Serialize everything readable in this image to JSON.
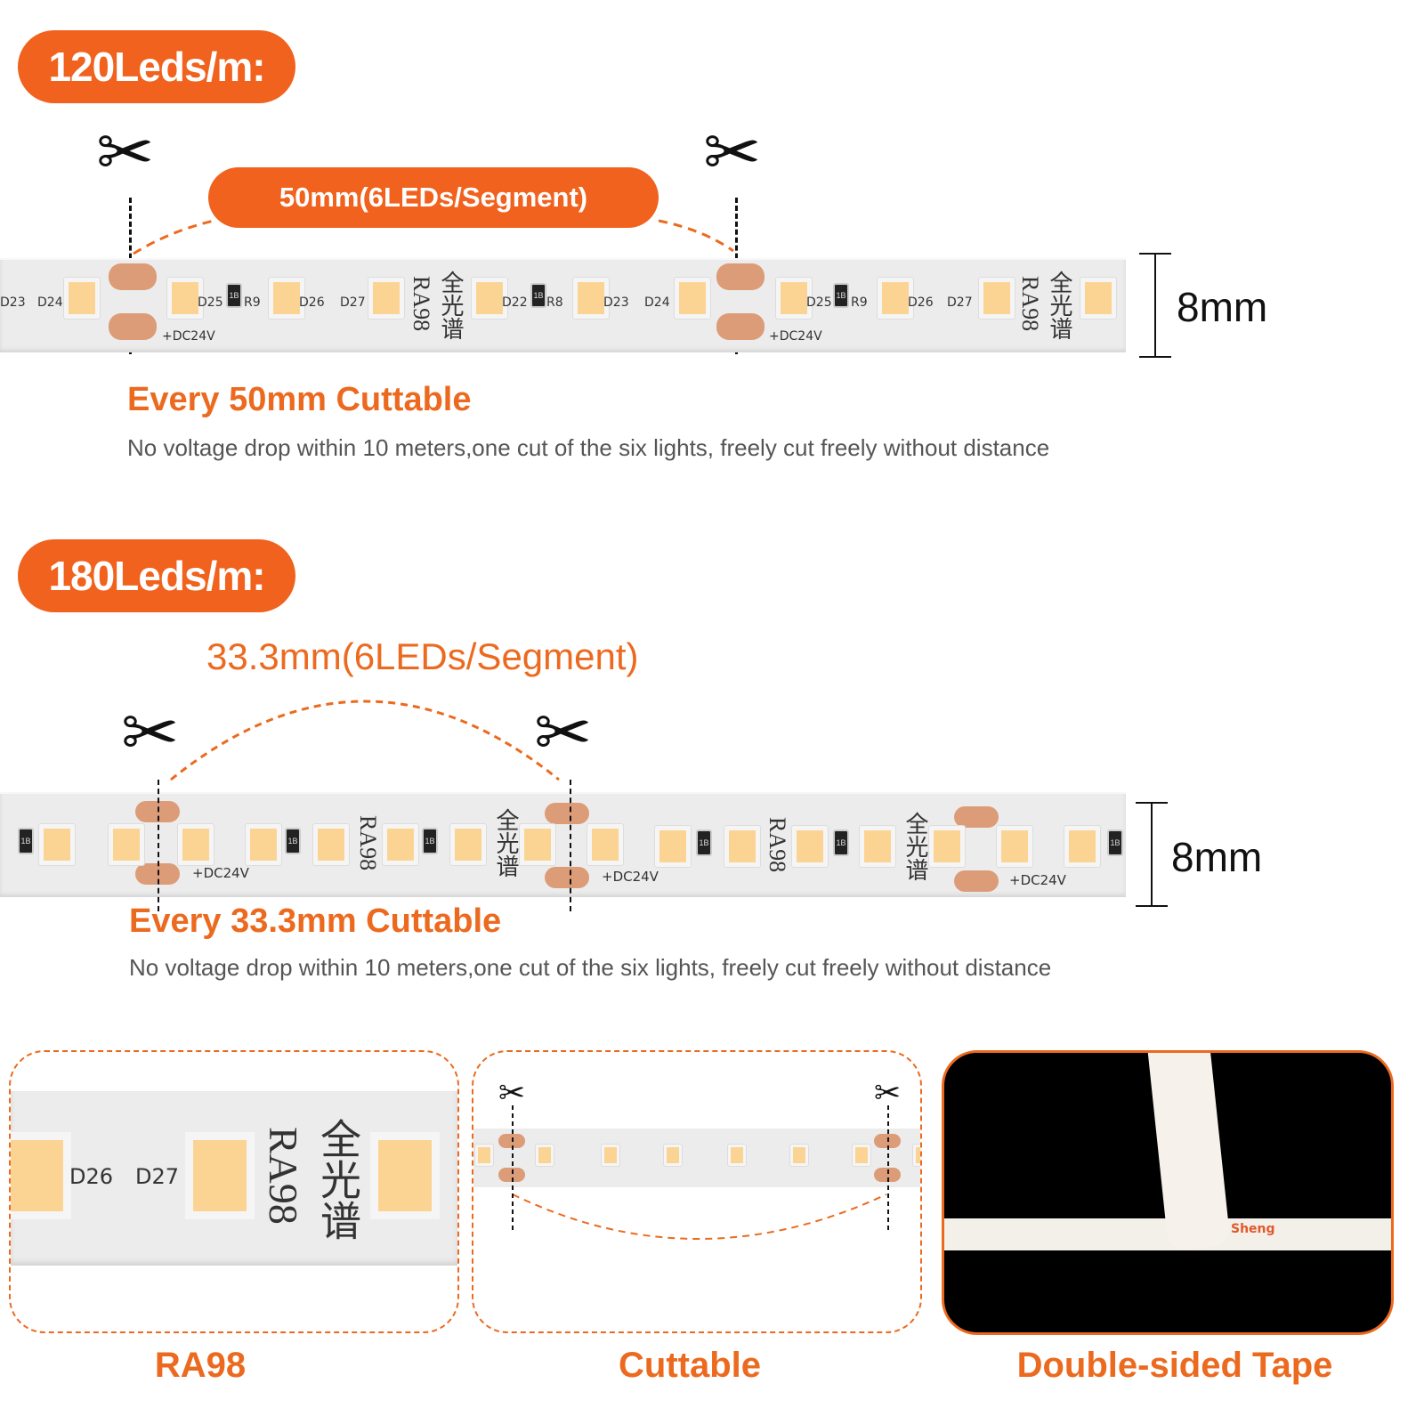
{
  "section1": {
    "density": "120Leds/m:",
    "segment": "50mm(6LEDs/Segment)",
    "width": "8mm",
    "headline": "Every 50mm Cuttable",
    "subline": "No voltage drop within 10 meters,one cut of the six lights, freely cut freely without distance",
    "strip_labels": [
      "D23",
      "D24",
      "D25",
      "R9",
      "D26",
      "D27",
      "D22",
      "R8",
      "D23",
      "D24",
      "D25",
      "R9",
      "D26",
      "D27"
    ],
    "voltage": "+DC24V",
    "ra": "RA98",
    "cn": "全光谱"
  },
  "section2": {
    "density": "180Leds/m:",
    "segment": "33.3mm(6LEDs/Segment)",
    "width": "8mm",
    "headline": "Every 33.3mm Cuttable",
    "subline": "No voltage drop within 10 meters,one cut of the six lights, freely cut freely without distance",
    "voltage": "+DC24V",
    "ra": "RA98",
    "cn": "全光谱"
  },
  "features": [
    {
      "caption": "RA98",
      "labels": [
        "D26",
        "D27",
        "RA98",
        "全光谱"
      ]
    },
    {
      "caption": "Cuttable"
    },
    {
      "caption": "Double-sided Tape",
      "tape_text": "Sheng"
    }
  ],
  "colors": {
    "accent": "#f0621d",
    "led": "#fbd494",
    "pad": "#dc9c78"
  },
  "icons": [
    "scissors-icon"
  ]
}
